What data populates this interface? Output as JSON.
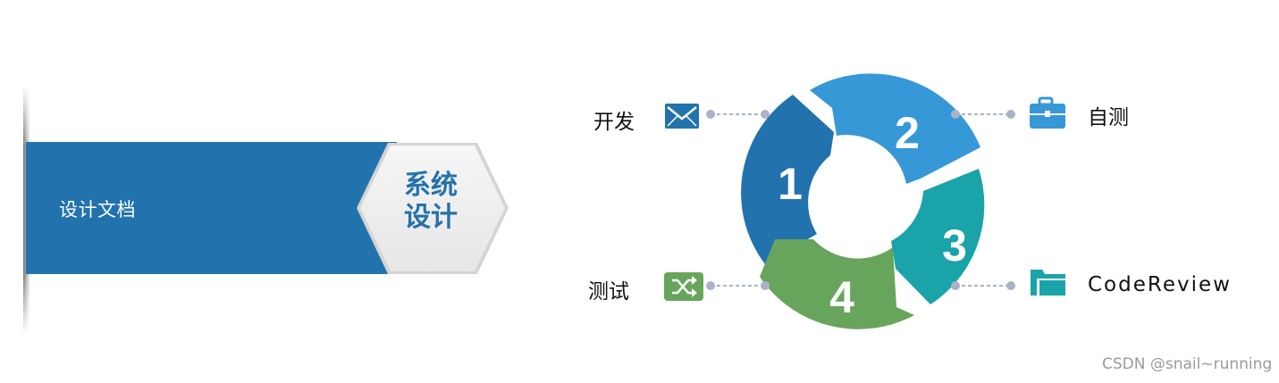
{
  "banner": {
    "label": "设计文档",
    "title_line1": "系统",
    "title_line2": "设计"
  },
  "cycle": {
    "steps": [
      {
        "number": "1",
        "label": "开发",
        "icon": "envelope-icon",
        "color": "#2272ad"
      },
      {
        "number": "2",
        "label": "自测",
        "icon": "briefcase-icon",
        "color": "#3798d8"
      },
      {
        "number": "3",
        "label": "CodeReview",
        "icon": "folder-icon",
        "color": "#1ba3aa"
      },
      {
        "number": "4",
        "label": "测试",
        "icon": "shuffle-icon",
        "color": "#67a45c"
      }
    ]
  },
  "watermark": "CSDN @snail~running",
  "colors": {
    "banner_blue": "#2273ad",
    "hex_fill": "#efefef",
    "title_blue": "#2472ab",
    "connector": "#aab2c8"
  }
}
